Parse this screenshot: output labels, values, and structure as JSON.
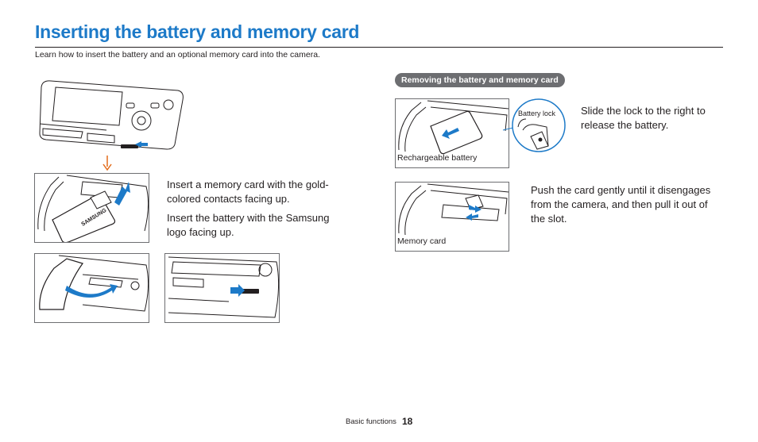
{
  "page": {
    "title": "Inserting the battery and memory card",
    "intro": "Learn how to insert the battery and an optional memory card into the camera."
  },
  "insert_section": {
    "step1": "Insert a memory card with the gold-colored contacts facing up.",
    "step2": "Insert the battery with the Samsung logo facing up.",
    "battery_logo": "SAMSUNG"
  },
  "remove_section": {
    "heading": "Removing the battery and memory card",
    "battery_text": "Slide the lock to the right to release the battery.",
    "battery_caption": "Rechargeable battery",
    "battery_lock_label": "Battery lock",
    "card_text": "Push the card gently until it disengages from the camera, and then pull it out of the slot.",
    "card_caption": "Memory card"
  },
  "footer": {
    "section": "Basic functions",
    "page_number": "18"
  },
  "colors": {
    "title": "#1d7ac8",
    "arrow_blue": "#1d7ac8",
    "arrow_orange": "#e36c1b",
    "pill_bg": "#6d6e71"
  }
}
